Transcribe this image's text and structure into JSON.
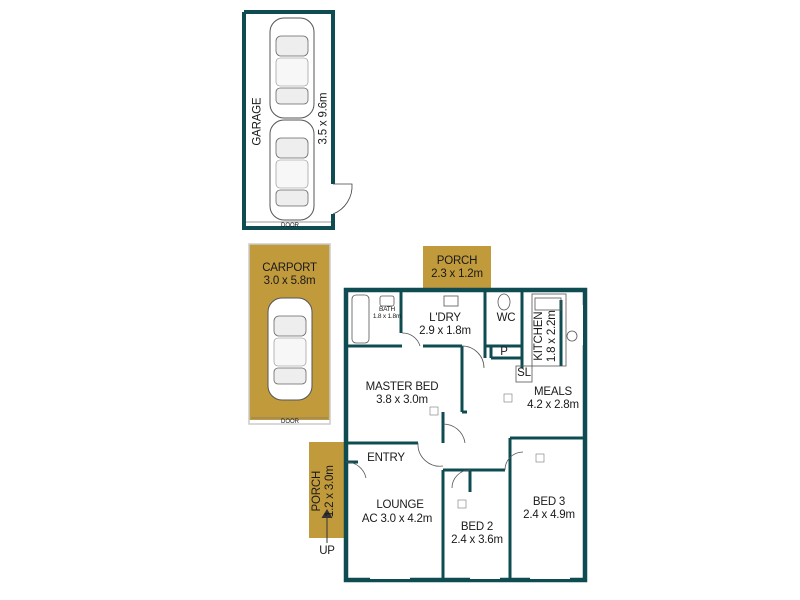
{
  "rooms": {
    "garage": {
      "name": "GARAGE",
      "dims": "3.5 x 9.6m"
    },
    "carport": {
      "name": "CARPORT",
      "dims": "3.0 x 5.8m"
    },
    "porch_top": {
      "name": "PORCH",
      "dims": "2.3 x 1.2m"
    },
    "bath": {
      "name": "BATH",
      "dims": "1.8 x 1.8m"
    },
    "laundry": {
      "name": "L'DRY",
      "dims": "2.9 x 1.8m"
    },
    "wc": {
      "name": "WC"
    },
    "kitchen": {
      "name": "KITCHEN",
      "dims": "1.8 x 2.2m"
    },
    "pantry": {
      "name": "P"
    },
    "sl": {
      "name": "SL"
    },
    "meals": {
      "name": "MEALS",
      "dims": "4.2 x 2.8m"
    },
    "master": {
      "name": "MASTER BED",
      "dims": "3.8 x 3.0m"
    },
    "entry": {
      "name": "ENTRY"
    },
    "porch_side": {
      "name": "PORCH",
      "dims": "1.2 x 3.0m"
    },
    "lounge": {
      "name": "LOUNGE",
      "dims": "3.0 x 4.2m",
      "ac": "AC"
    },
    "bed2": {
      "name": "BED 2",
      "dims": "2.4 x 3.6m"
    },
    "bed3": {
      "name": "BED 3",
      "dims": "2.4 x 4.9m"
    }
  },
  "labels": {
    "garage_door": "DOOR",
    "carport_door": "DOOR",
    "up": "UP"
  },
  "colors": {
    "wall": "#0f4c52",
    "porch_fill": "#c19a3c",
    "background": "#ffffff"
  }
}
